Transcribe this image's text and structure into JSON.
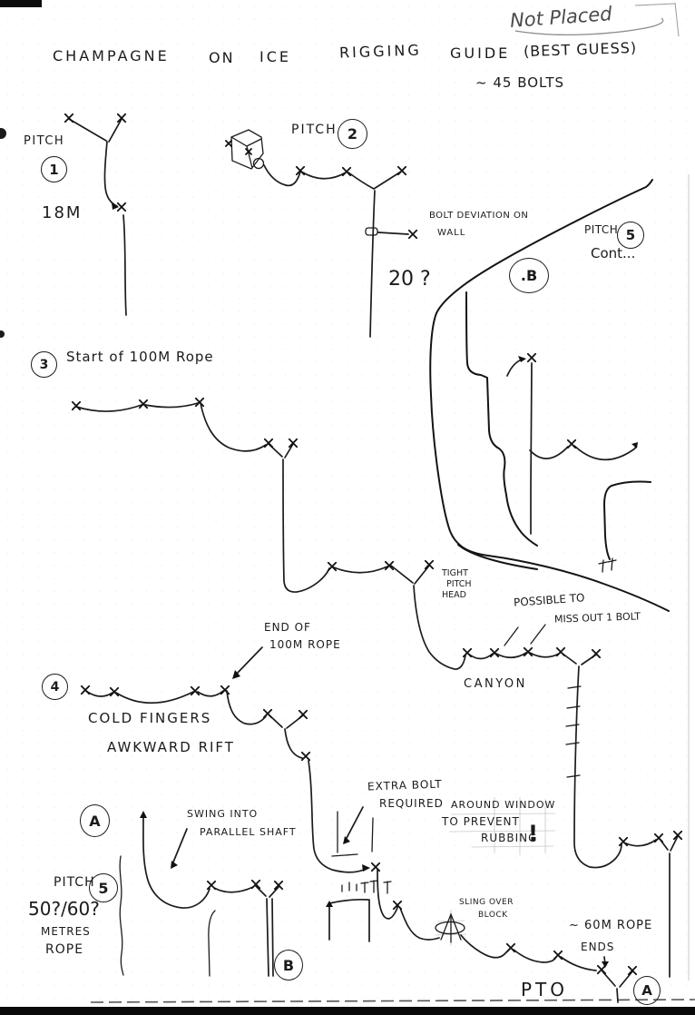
{
  "annotations": {
    "corner_note": "Not Placed",
    "title": [
      "CHAMPAGNE",
      "ON",
      "ICE",
      "RIGGING",
      "GUIDE",
      "(BEST GUESS)"
    ],
    "bolt_total": "~ 45 BOLTS",
    "pitch1": {
      "word": "PITCH",
      "num": "1",
      "length": "18M"
    },
    "pitch2": {
      "word": "PITCH",
      "num": "2"
    },
    "deviation": [
      "BOLT DEVIATION ON",
      "WALL"
    ],
    "depth_query": "20 ?",
    "pitch5cont": {
      "word": "PITCH",
      "num": "5",
      "cont": "Cont..."
    },
    "point_b_mid": ".B",
    "start100": {
      "num": "3",
      "text": "Start of 100M Rope"
    },
    "tight": [
      "TIGHT",
      "PITCH",
      "HEAD"
    ],
    "possible": [
      "POSSIBLE TO",
      "MISS OUT 1 BOLT"
    ],
    "end100": [
      "END OF",
      "100M ROPE"
    ],
    "pitch4_num": "4",
    "canyon": "CANYON",
    "cold_fingers": "COLD FINGERS",
    "awkward_rift": "AWKWARD RIFT",
    "point_a_mid": "A",
    "swing": [
      "SWING INTO",
      "PARALLEL SHAFT"
    ],
    "extra_bolt": [
      "EXTRA BOLT",
      "REQUIRED"
    ],
    "window": [
      "AROUND WINDOW",
      "TO PREVENT",
      "RUBBING",
      "!"
    ],
    "pitch5": {
      "word": "PITCH",
      "num": "5",
      "rope_len": "50?/60?",
      "metres": "METRES",
      "rope": "ROPE"
    },
    "point_b_bottom": "B",
    "sling": [
      "SLING OVER",
      "BLOCK"
    ],
    "rope60": [
      "~ 60M ROPE",
      "ENDS"
    ],
    "pto": "PTO",
    "point_a_bottom": "A"
  },
  "diagram": {
    "ink_color": "#1b1b1b",
    "bolts": [
      [
        76,
        130
      ],
      [
        134,
        130
      ],
      [
        134,
        228
      ],
      [
        252,
        158,
        3
      ],
      [
        274,
        167,
        3
      ],
      [
        331,
        188
      ],
      [
        382,
        189
      ],
      [
        443,
        188
      ],
      [
        455,
        258
      ],
      [
        84,
        447
      ],
      [
        158,
        445
      ],
      [
        220,
        443
      ],
      [
        296,
        488
      ],
      [
        323,
        488
      ],
      [
        366,
        624
      ],
      [
        429,
        623
      ],
      [
        473,
        622
      ],
      [
        586,
        394
      ],
      [
        630,
        489
      ],
      [
        515,
        719
      ],
      [
        545,
        719
      ],
      [
        582,
        718
      ],
      [
        618,
        718
      ],
      [
        657,
        720
      ],
      [
        94,
        760
      ],
      [
        126,
        762
      ],
      [
        215,
        761
      ],
      [
        248,
        760
      ],
      [
        295,
        786
      ],
      [
        334,
        787
      ],
      [
        337,
        833
      ],
      [
        233,
        975
      ],
      [
        282,
        974
      ],
      [
        307,
        975
      ],
      [
        687,
        927
      ],
      [
        726,
        923
      ],
      [
        747,
        920
      ],
      [
        414,
        955
      ],
      [
        438,
        997
      ],
      [
        563,
        1044
      ],
      [
        615,
        1052
      ],
      [
        663,
        1068
      ],
      [
        697,
        1069
      ]
    ],
    "rope_ticks": [
      [
        632,
        757
      ],
      [
        631,
        779
      ],
      [
        630,
        799
      ],
      [
        630,
        819
      ],
      [
        631,
        855
      ]
    ]
  }
}
